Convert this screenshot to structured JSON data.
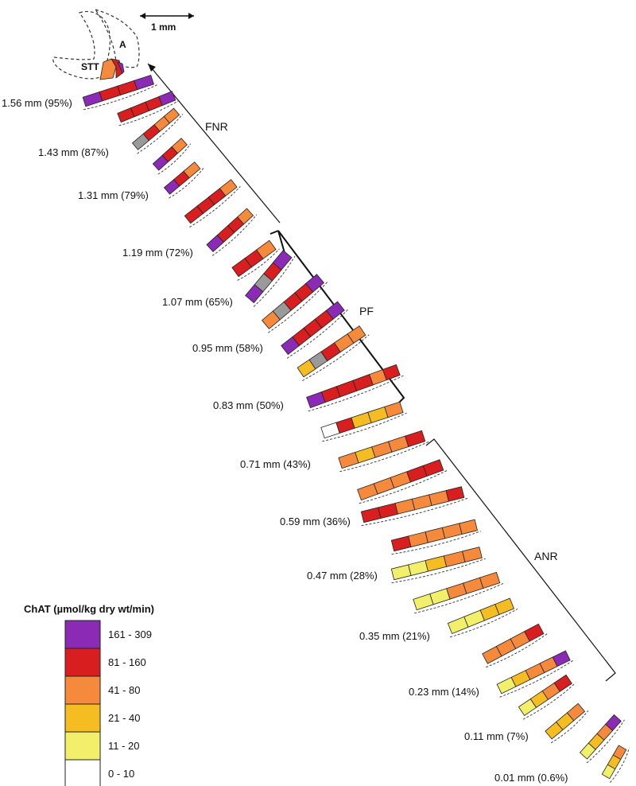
{
  "scale_bar": {
    "label": "1 mm"
  },
  "structures": {
    "a_label": "A",
    "stt_label": "STT"
  },
  "regions": [
    {
      "id": "fnr",
      "label": "FNR"
    },
    {
      "id": "pf",
      "label": "PF"
    },
    {
      "id": "anr",
      "label": "ANR"
    }
  ],
  "sections": [
    "1.56 mm (95%)",
    "1.43 mm (87%)",
    "1.31 mm (79%)",
    "1.19 mm (72%)",
    "1.07 mm (65%)",
    "0.95 mm (58%)",
    "0.83 mm (50%)",
    "0.71 mm (43%)",
    "0.59 mm (36%)",
    "0.47 mm (28%)",
    "0.35 mm (21%)",
    "0.23 mm (14%)",
    "0.11 mm (7%)",
    "0.01 mm (0.6%)"
  ],
  "legend": {
    "title": "ChAT (µmol/kg dry wt/min)",
    "items": [
      {
        "label": "161 - 309",
        "color": "#8B2BB5"
      },
      {
        "label": "81 - 160",
        "color": "#D81E1E"
      },
      {
        "label": "41 - 80",
        "color": "#F58A3C"
      },
      {
        "label": "21 - 40",
        "color": "#F5BD22"
      },
      {
        "label": "11 - 20",
        "color": "#F2F06A"
      },
      {
        "label": "0 - 10",
        "color": "#FFFFFF"
      }
    ]
  },
  "colors": {
    "outline": "#222222",
    "dashed": "#333333",
    "missing": "#9A9A9A"
  }
}
